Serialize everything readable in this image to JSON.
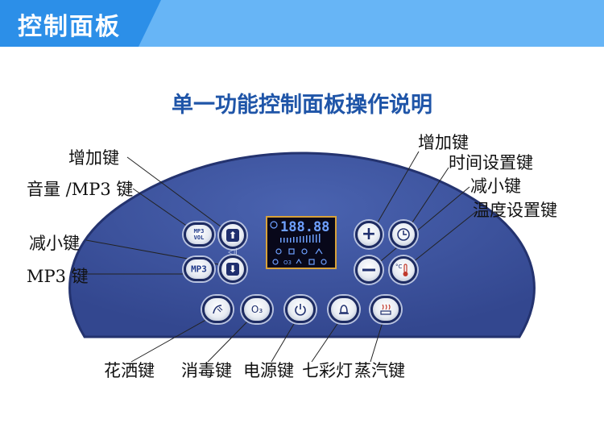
{
  "header": {
    "title": "控制面板"
  },
  "subtitle": "单一功能控制面板操作说明",
  "display": {
    "digits": "188.88"
  },
  "labels": {
    "left_increase": "增加键",
    "volume_mp3": "音量 /MP3 键",
    "left_decrease": "减小键",
    "mp3": "MP3 键",
    "right_increase": "增加键",
    "time_set": "时间设置键",
    "right_decrease": "减小键",
    "temp_set": "温度设置键",
    "shower": "花洒键",
    "disinfect": "消毒键",
    "power": "电源键",
    "colorlight": "七彩灯",
    "steam": "蒸汽键"
  },
  "buttons": {
    "mp3vol_top": "MP3",
    "mp3vol_bottom": "VOL",
    "mp3": "MP3",
    "ozone": "O₃"
  },
  "colors": {
    "panel": "#3f57a3",
    "panel_edge": "#27377a",
    "header": "#67b5f6",
    "accent": "#2c8fe8"
  }
}
